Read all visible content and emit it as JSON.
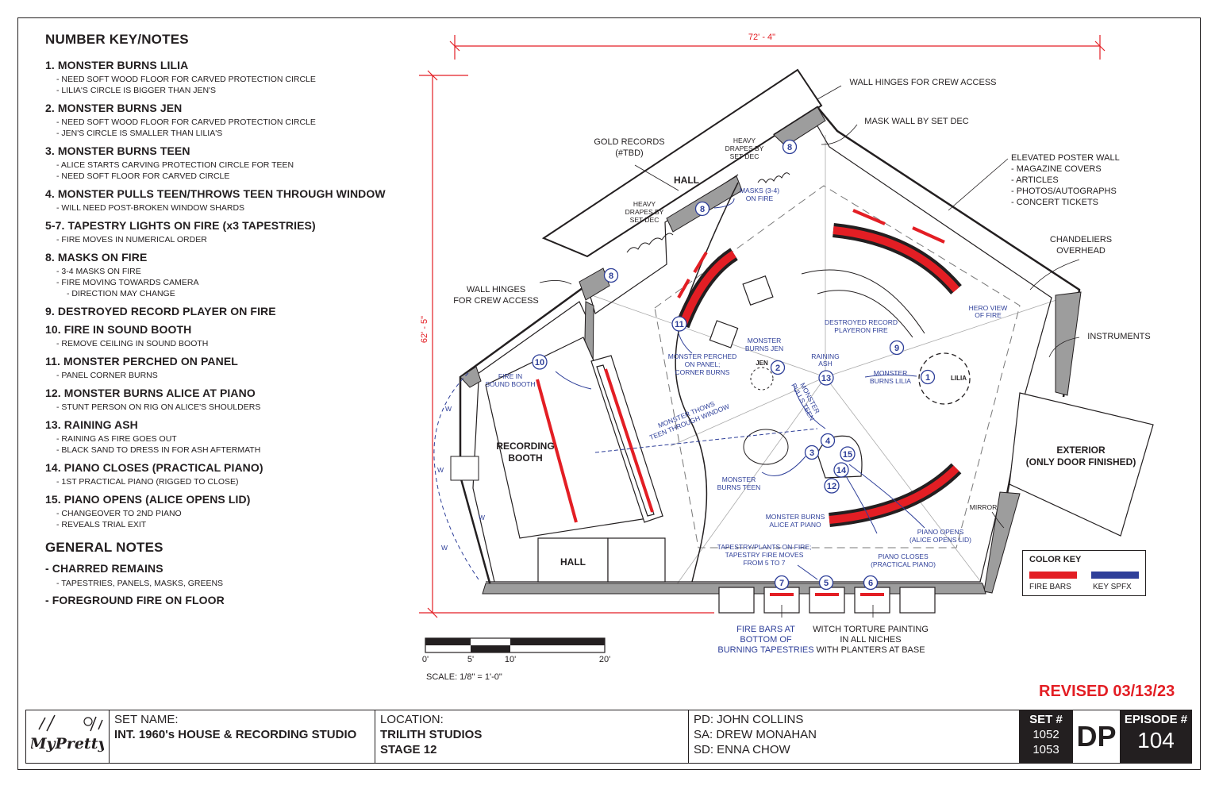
{
  "notes": {
    "heading": "NUMBER KEY/NOTES",
    "items": [
      {
        "title": "1. MONSTER BURNS LILIA",
        "lines": [
          "- NEED SOFT WOOD FLOOR FOR CARVED PROTECTION CIRCLE",
          "- LILIA'S CIRCLE IS BIGGER THAN JEN'S"
        ]
      },
      {
        "title": "2. MONSTER BURNS JEN",
        "lines": [
          "- NEED SOFT WOOD FLOOR FOR CARVED PROTECTION CIRCLE",
          "- JEN'S CIRCLE IS SMALLER THAN LILIA'S"
        ]
      },
      {
        "title": "3. MONSTER BURNS TEEN",
        "lines": [
          "- ALICE STARTS CARVING PROTECTION CIRCLE FOR TEEN",
          "- NEED SOFT FLOOR FOR CARVED CIRCLE"
        ]
      },
      {
        "title": "4. MONSTER PULLS TEEN/THROWS TEEN THROUGH WINDOW",
        "lines": [
          "- WILL NEED POST-BROKEN WINDOW SHARDS"
        ]
      },
      {
        "title": "5-7. TAPESTRY LIGHTS ON FIRE (x3 TAPESTRIES)",
        "lines": [
          "- FIRE MOVES IN NUMERICAL ORDER"
        ]
      },
      {
        "title": "8. MASKS ON FIRE",
        "lines": [
          "- 3-4 MASKS ON FIRE",
          "- FIRE MOVING TOWARDS CAMERA"
        ],
        "indented": "- DIRECTION MAY CHANGE"
      },
      {
        "title": "9. DESTROYED RECORD PLAYER ON FIRE",
        "lines": []
      },
      {
        "title": "10. FIRE IN SOUND BOOTH",
        "lines": [
          "- REMOVE CEILING IN SOUND BOOTH"
        ]
      },
      {
        "title": "11. MONSTER PERCHED ON PANEL",
        "lines": [
          "- PANEL CORNER BURNS"
        ]
      },
      {
        "title": "12. MONSTER BURNS ALICE AT PIANO",
        "lines": [
          "- STUNT PERSON ON RIG ON ALICE'S SHOULDERS"
        ]
      },
      {
        "title": "13. RAINING ASH",
        "lines": [
          "- RAINING AS FIRE GOES OUT",
          "- BLACK SAND TO DRESS IN FOR ASH AFTERMATH"
        ]
      },
      {
        "title": "14. PIANO CLOSES (PRACTICAL PIANO)",
        "lines": [
          "- 1ST PRACTICAL PIANO (RIGGED TO CLOSE)"
        ]
      },
      {
        "title": "15. PIANO OPENS (ALICE OPENS LID)",
        "lines": [
          "- CHANGEOVER TO 2ND PIANO",
          "- REVEALS TRIAL EXIT"
        ]
      }
    ],
    "general_heading": "GENERAL NOTES",
    "general": [
      {
        "title": "- CHARRED REMAINS",
        "lines": [
          "- TAPESTRIES, PANELS, MASKS, GREENS"
        ]
      },
      {
        "title": "- FOREGROUND FIRE ON FLOOR",
        "lines": []
      }
    ]
  },
  "plan": {
    "dim_width": "72' - 4\"",
    "dim_height": "62' - 5\"",
    "labels": {
      "wall_hinges_top": "WALL HINGES FOR CREW ACCESS",
      "mask_wall": "MASK WALL BY SET DEC",
      "gold_records_1": "GOLD RECORDS",
      "gold_records_2": "(#TBD)",
      "heavy_drapes_a": [
        "HEAVY",
        "DRAPES BY",
        "SET DEC"
      ],
      "heavy_drapes_b": [
        "HEAVY",
        "DRAPES BY",
        "SET DEC"
      ],
      "hall_top": "HALL",
      "hall_bottom": "HALL",
      "masks_on_fire": [
        "MASKS (3-4)",
        "ON FIRE"
      ],
      "elevated_wall": [
        "ELEVATED POSTER WALL",
        "-     MAGAZINE COVERS",
        "-     ARTICLES",
        "-     PHOTOS/AUTOGRAPHS",
        "-     CONCERT TICKETS"
      ],
      "chandeliers": [
        "CHANDELIERS",
        "OVERHEAD"
      ],
      "wall_hinges_left": [
        "WALL HINGES",
        "FOR CREW ACCESS"
      ],
      "hero_view": [
        "HERO VIEW",
        "OF FIRE"
      ],
      "instruments": "INSTRUMENTS",
      "destroyed_record": [
        "DESTROYED RECORD",
        "PLAYERON FIRE"
      ],
      "monster_burns_jen": [
        "MONSTER",
        "BURNS JEN"
      ],
      "monster_perched": [
        "MONSTER PERCHED",
        "ON PANEL;",
        "CORNER BURNS"
      ],
      "jen": "JEN",
      "raining_ash": [
        "RAINING",
        "ASH"
      ],
      "monster_burns_lilia": [
        "MONSTER",
        "BURNS LILIA"
      ],
      "lilia": "LILIA",
      "fire_in_booth": [
        "FIRE IN",
        "SOUND BOOTH"
      ],
      "monster_throws": [
        "MONSTER THOWS",
        "TEEN THROUGH WINDOW"
      ],
      "monster_pulls": [
        "MONSTER",
        "PULLS TEEN"
      ],
      "recording_booth": [
        "RECORDING",
        "BOOTH"
      ],
      "exterior": [
        "EXTERIOR",
        "(ONLY DOOR FINISHED)"
      ],
      "monster_burns_teen": [
        "MONSTER",
        "BURNS TEEN"
      ],
      "monster_burns_alice": [
        "MONSTER BURNS",
        "ALICE AT PIANO"
      ],
      "piano_opens": [
        "PIANO OPENS",
        "(ALICE OPENS LID)"
      ],
      "piano_closes": [
        "PIANO CLOSES",
        "(PRACTICAL PIANO)"
      ],
      "mirror": "MIRROR",
      "tapestry_fire": [
        "TAPESTRY/PLANTS ON FIRE;",
        "TAPESTRY FIRE MOVES",
        "FROM 5 TO 7"
      ],
      "fire_bars_bottom": [
        "FIRE BARS AT",
        "BOTTOM OF",
        "BURNING TAPESTRIES"
      ],
      "witch_torture": [
        "WITCH TORTURE PAINTING",
        "IN ALL NICHES",
        "WITH PLANTERS AT BASE"
      ],
      "w": "W"
    },
    "numbers": [
      "1",
      "2",
      "3",
      "4",
      "5",
      "6",
      "7",
      "8",
      "8",
      "8",
      "9",
      "10",
      "11",
      "12",
      "13",
      "14",
      "15"
    ],
    "scale": {
      "ticks": [
        "0'",
        "5'",
        "10'",
        "20'"
      ],
      "label": "SCALE: 1/8\" = 1'-0\""
    },
    "colors": {
      "fire": "#e31e24",
      "spfx": "#2e3f99",
      "wall": "#231f20"
    }
  },
  "color_key": {
    "title": "COLOR KEY",
    "fire": "FIRE BARS",
    "spfx": "KEY SPFX"
  },
  "revised": "REVISED 03/13/23",
  "title_block": {
    "logo": "MyPretty",
    "set_name_label": "SET NAME:",
    "set_name": "INT. 1960's HOUSE & RECORDING STUDIO",
    "location_label": "LOCATION:",
    "location_1": "TRILITH STUDIOS",
    "location_2": "STAGE 12",
    "pd": "PD: JOHN COLLINS",
    "sa": "SA: DREW MONAHAN",
    "sd": "SD: ENNA CHOW",
    "set_label": "SET #",
    "set_1": "1052",
    "set_2": "1053",
    "dp": "DP",
    "episode_label": "EPISODE #",
    "episode": "104"
  }
}
